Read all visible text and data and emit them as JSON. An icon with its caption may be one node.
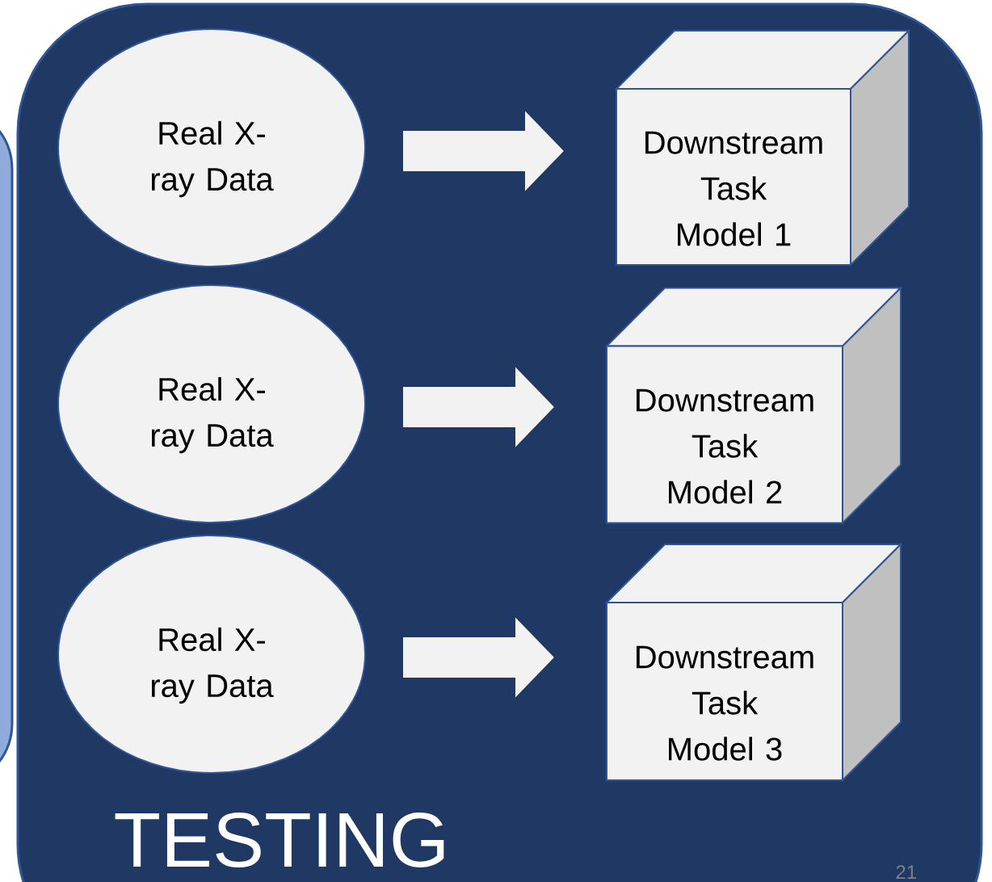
{
  "diagram": {
    "nodes": [
      {
        "text": [
          "TESTING"
        ]
      },
      {
        "text": [
          "Real X-ray Data"
        ],
        "in": 0
      },
      {
        "text": [
          "Downstream Task Model 1"
        ],
        "in": 0
      },
      {
        "text": [
          "Real X-ray Data"
        ],
        "in": 0
      },
      {
        "text": [
          "Downstream Task Model 2"
        ],
        "in": 0
      },
      {
        "text": [
          "Real X-ray Data"
        ],
        "in": 0
      },
      {
        "text": [
          "Downstream Task Model 3"
        ],
        "in": 0
      }
    ],
    "edges": [
      {
        "from": 1,
        "to": 2,
        "arrow": "to"
      },
      {
        "from": 3,
        "to": 4,
        "arrow": "to"
      },
      {
        "from": 5,
        "to": 6,
        "arrow": "to"
      }
    ],
    "labels": [
      "21"
    ]
  }
}
